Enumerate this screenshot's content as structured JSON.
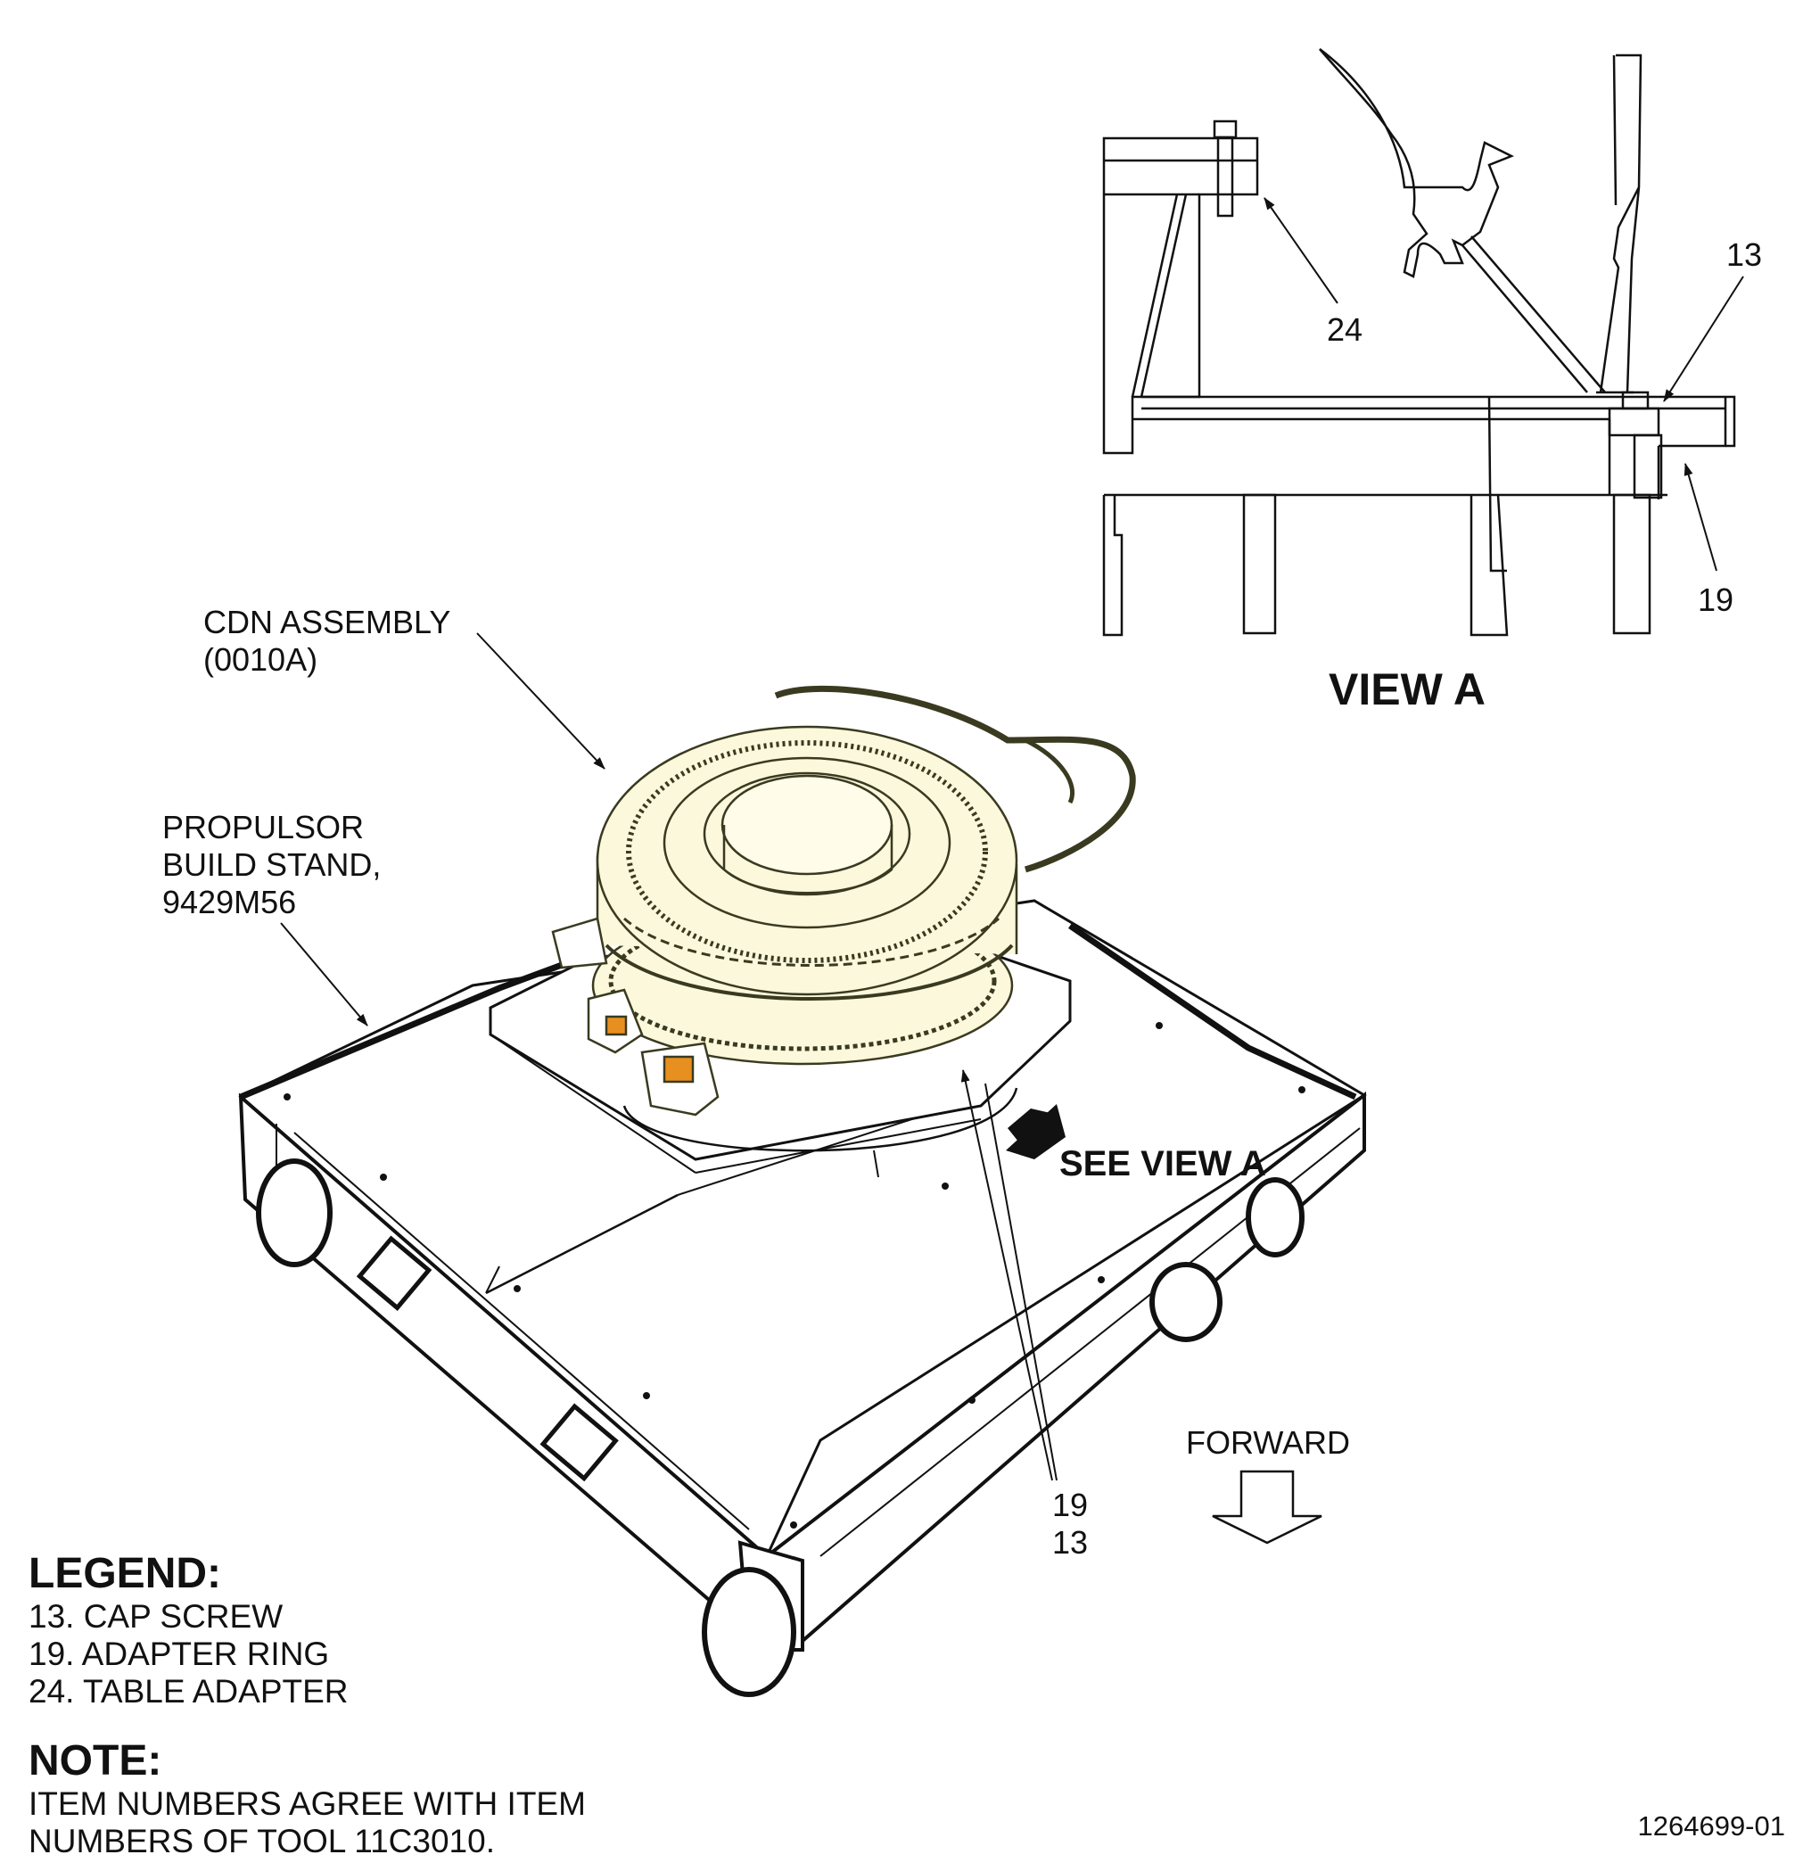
{
  "view_a": {
    "title": "VIEW A",
    "callouts": {
      "c24": "24",
      "c13": "13",
      "c19": "19"
    }
  },
  "main": {
    "cdn_label": [
      "CDN ASSEMBLY",
      "(0010A)"
    ],
    "stand_label": [
      "PROPULSOR",
      "BUILD STAND,",
      "9429M56"
    ],
    "see_view": "SEE VIEW A",
    "callout_stack": [
      "19",
      "13"
    ],
    "forward": "FORWARD"
  },
  "legend": {
    "title": "LEGEND:",
    "items": [
      "13. CAP SCREW",
      "19. ADAPTER RING",
      "24. TABLE ADAPTER"
    ]
  },
  "note": {
    "title": "NOTE:",
    "lines": [
      "ITEM NUMBERS AGREE WITH ITEM",
      "NUMBERS OF TOOL 11C3010."
    ]
  },
  "figure_id": "1264699-01",
  "colors": {
    "line": "#111111",
    "engine_fill": "#fbf8dc",
    "engine_stroke": "#3a3a20",
    "accent": "#e8901f"
  }
}
